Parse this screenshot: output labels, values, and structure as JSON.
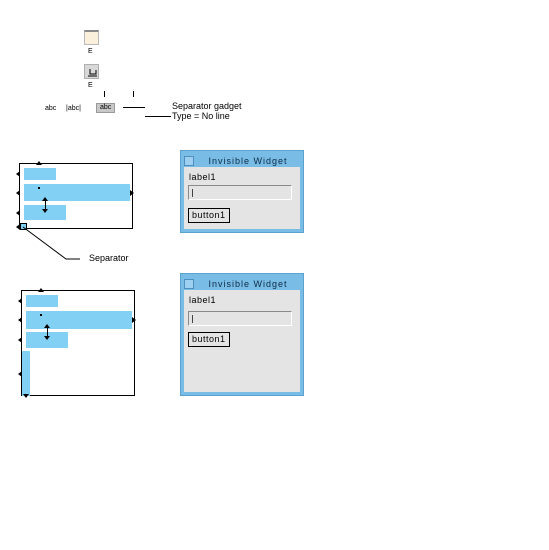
{
  "palette": {
    "icon_a_label": "E",
    "icon_b_label": "E",
    "icon_b_glyph": "↵",
    "row_labels": [
      "abc",
      "|abc|",
      "abc"
    ]
  },
  "annotations": {
    "gadget_title": "Separator gadget",
    "gadget_type": "Type = No line",
    "separator": "Separator"
  },
  "windows": [
    {
      "title": "Invisible Widget",
      "label": "label1",
      "text_value": "",
      "button": "button1"
    },
    {
      "title": "Invisible Widget",
      "label": "label1",
      "text_value": "",
      "button": "button1"
    }
  ],
  "colors": {
    "highlight": "#82d0f3",
    "window_frame": "#79bde7",
    "client": "#e4e4e4"
  }
}
